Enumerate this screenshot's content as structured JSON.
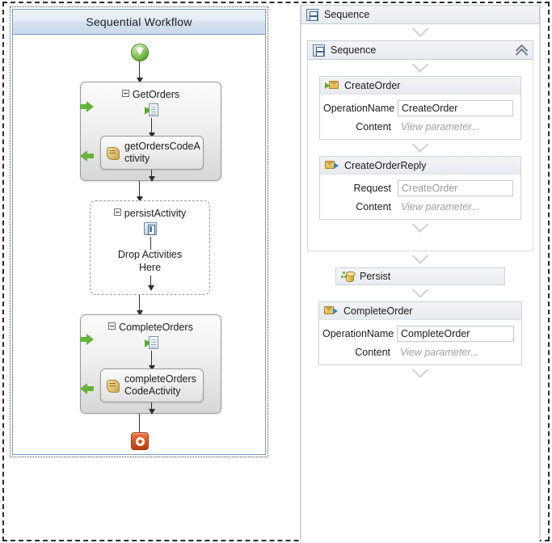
{
  "wf3": {
    "title": "Sequential Workflow",
    "start_icon": "start-arrow-icon",
    "end_icon": "stop-icon",
    "activities": [
      {
        "name": "GetOrders",
        "type": "receive",
        "icon": "receive-document-icon",
        "in_arrow_icon": "green-arrow-right-icon",
        "out_arrow_icon": "green-arrow-left-icon",
        "child": {
          "label": "getOrdersCodeActivity",
          "icon": "code-scroll-icon"
        }
      },
      {
        "name": "persistActivity",
        "type": "persist",
        "icon": "persist-icon",
        "drop_text_line1": "Drop Activities",
        "drop_text_line2": "Here"
      },
      {
        "name": "CompleteOrders",
        "type": "receive",
        "icon": "receive-document-icon",
        "in_arrow_icon": "green-arrow-right-icon",
        "out_arrow_icon": "green-arrow-left-icon",
        "child": {
          "label": "completeOrdersCodeActivity",
          "icon": "code-scroll-icon"
        }
      }
    ]
  },
  "wf4": {
    "outer_sequence": {
      "title": "Sequence",
      "icon": "sequence-icon"
    },
    "inner_sequence": {
      "title": "Sequence",
      "icon": "sequence-icon",
      "collapse_icon": "chevron-double-up-icon"
    },
    "create_order": {
      "title": "CreateOrder",
      "icon": "receive-message-icon",
      "fields": [
        {
          "label": "OperationName",
          "value": "CreateOrder",
          "style": "textbox"
        },
        {
          "label": "Content",
          "value": "View parameter...",
          "style": "link"
        }
      ]
    },
    "create_order_reply": {
      "title": "CreateOrderReply",
      "icon": "send-reply-message-icon",
      "fields": [
        {
          "label": "Request",
          "value": "CreateOrder",
          "style": "textbox-muted"
        },
        {
          "label": "Content",
          "value": "View parameter...",
          "style": "link"
        }
      ]
    },
    "persist": {
      "title": "Persist",
      "icon": "persist-database-icon"
    },
    "complete_order": {
      "title": "CompleteOrder",
      "icon": "send-reply-message-icon",
      "fields": [
        {
          "label": "OperationName",
          "value": "CompleteOrder",
          "style": "textbox"
        },
        {
          "label": "Content",
          "value": "View parameter...",
          "style": "link"
        }
      ]
    }
  },
  "colors": {
    "title_bar": "#cbdaee",
    "green_arrow": "#66b23a",
    "stop_red": "#d8531f",
    "envelope_yellow": "#dfb947",
    "reply_blue": "#3f7fc4"
  }
}
